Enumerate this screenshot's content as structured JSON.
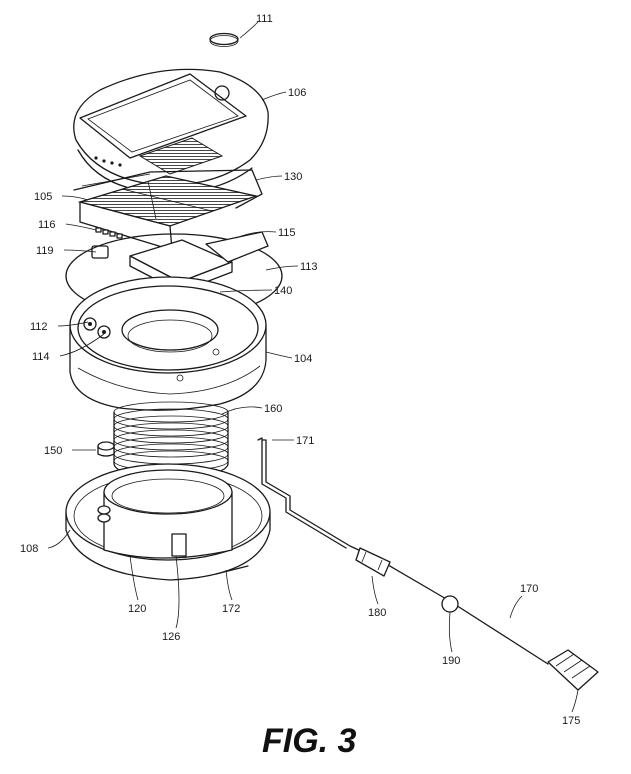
{
  "figure_title": "FIG. 3",
  "labels": {
    "l111": "111",
    "l106": "106",
    "l130": "130",
    "l105": "105",
    "l116": "116",
    "l115": "115",
    "l119": "119",
    "l113": "113",
    "l140": "140",
    "l112": "112",
    "l114": "114",
    "l104": "104",
    "l160": "160",
    "l171": "171",
    "l150": "150",
    "l108": "108",
    "l120": "120",
    "l172": "172",
    "l126": "126",
    "l180": "180",
    "l170": "170",
    "l190": "190",
    "l175": "175"
  }
}
